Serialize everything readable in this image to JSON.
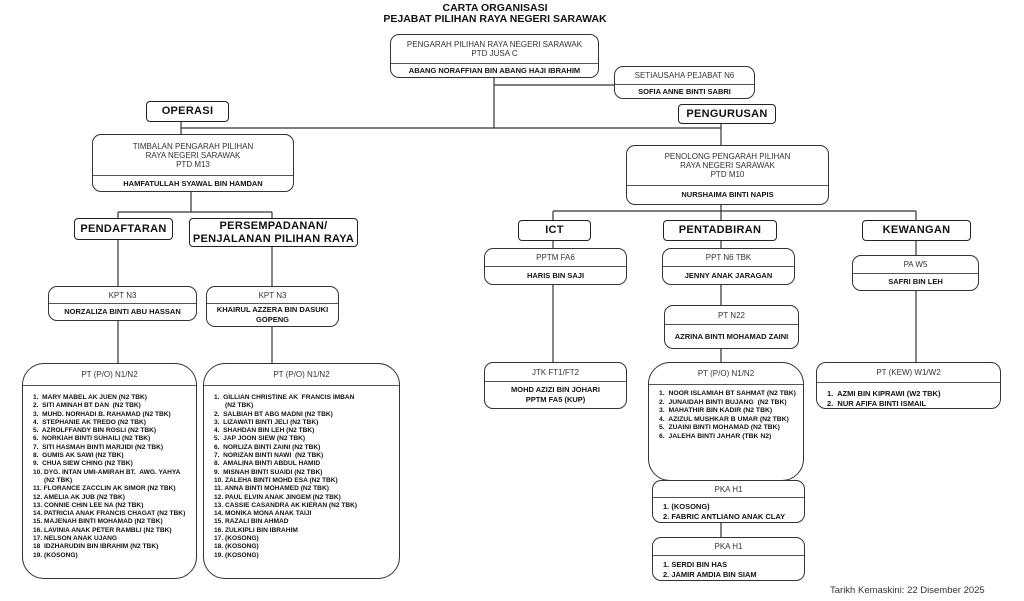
{
  "title": {
    "line1": "CARTA ORGANISASI",
    "line2": "PEJABAT PILIHAN RAYA NEGERI SARAWAK"
  },
  "director": {
    "position": "PENGARAH PILIHAN RAYA NEGERI SARAWAK",
    "grade": "PTD JUSA C",
    "name": "ABANG NORAFFIAN BIN ABANG HAJI IBRAHIM"
  },
  "secretary": {
    "position": "SETIAUSAHA PEJABAT N6",
    "name": "SOFIA ANNE BINTI SABRI"
  },
  "operasi": {
    "label": "OPERASI",
    "deputy": {
      "position": "TIMBALAN PENGARAH PILIHAN RAYA NEGERI SARAWAK",
      "grade": "PTD  M13",
      "name": "HAMFATULLAH SYAWAL BIN HAMDAN"
    },
    "pendaftaran": {
      "label": "PENDAFTARAN",
      "head": {
        "position": "KPT N3",
        "name": "NORZALIZA BINTI ABU HASSAN"
      },
      "staff": {
        "position": "PT (P/O) N1/N2",
        "items": [
          "1.  MARY MABEL AK JUEN (N2 TBK)",
          "2.  SITI AMINAH BT DAN  (N2 TBK)",
          "3.  MUHD. NORHADI B. RAHAMAD (N2 TBK)",
          "4.  STEPHANIE AK TREDO (N2 TBK)",
          "5.  AZROLFFANDY BIN ROSLI (N2 TBK)",
          "6.  NORKIAH BINTI SUHAILI (N2 TBK)",
          "7.  SITI HASMAH BINTI MARJIDI (N2 TBK)",
          "8.  GUMIS AK SAWI (N2 TBK)",
          "9.  CHUA SIEW CHING (N2 TBK)",
          "10. DYG. INTAN UMI-AMIRAH BT.  AWG. YAHYA\n      (N2 TBK)",
          "11. FLORANCE ZACCLIN AK SIMOR (N2 TBK)",
          "12. AMELIA AK JUB (N2 TBK)",
          "13. CONNIE CHIN LEE NA (N2 TBK)",
          "14. PATRICIA ANAK FRANCIS CHAGAT (N2 TBK)",
          "15. MAJENAH BINTI MOHAMAD (N2 TBK)",
          "16. LAVINIA ANAK PETER RAMBLI (N2 TBK)",
          "17. NELSON ANAK UJANG",
          "18  IDZHARUDIN BIN IBRAHIM (N2 TBK)",
          "19. (KOSONG)"
        ]
      }
    },
    "persempadanan": {
      "label_line1": "PERSEMPADANAN/",
      "label_line2": "PENJALANAN PILIHAN RAYA",
      "head": {
        "position": "KPT N3",
        "name_line1": "KHAIRUL AZZERA BIN DASUKI",
        "name_line2": "GOPENG"
      },
      "staff": {
        "position": "PT (P/O) N1/N2",
        "items": [
          "1.  GILLIAN CHRISTINE AK  FRANCIS IMBAN\n      (N2 TBK)",
          "2.  SALBIAH BT ABG MADNI (N2 TBK)",
          "3.  LIZAWATI BINTI JELI (N2 TBK)",
          "4.  SHAHDAN BIN LEH (N2 TBK)",
          "5.  JAP JOON SIEW (N2 TBK)",
          "6.  NORLIZA BINTI ZAINI (N2 TBK)",
          "7.  NORIZAN BINTI NAWI  (N2 TBK)",
          "8.  AMALINA BINTI ABDUL HAMID",
          "9.  MISNAH BINTI SUAIDI (N2 TBK)",
          "10. ZALEHA BINTI MOHD ESA (N2 TBK)",
          "11. ANNA BINTI MOHAMED (N2 TBK)",
          "12. PAUL ELVIN ANAK JINGEM (N2 TBK)",
          "13. CASSIE CASANDRA AK KIERAN (N2 TBK)",
          "14. MONIKA MONA ANAK TAIJI",
          "15. RAZALI BIN AHMAD",
          "16. ZULKIPLI BIN IBRAHIM",
          "17. (KOSONG)",
          "18. (KOSONG)",
          "19. (KOSONG)"
        ]
      }
    }
  },
  "pengurusan": {
    "label": "PENGURUSAN",
    "assistant": {
      "position": "PENOLONG PENGARAH PILIHAN RAYA NEGERI SARAWAK",
      "grade": "PTD  M10",
      "name": "NURSHAIMA BINTI NAPIS"
    },
    "ict": {
      "label": "ICT",
      "head": {
        "position": "PPTM FA6",
        "name": "HARIS BIN SAJI"
      },
      "staff": {
        "position": "JTK FT1/FT2",
        "name_line1": "MOHD AZIZI BIN JOHARI",
        "name_line2": "PPTM FA5 (KUP)"
      }
    },
    "pentadbiran": {
      "label": "PENTADBIRAN",
      "head": {
        "position": "PPT N6 TBK",
        "name": "JENNY ANAK JARAGAN"
      },
      "officer": {
        "position": "PT N22",
        "name": "AZRINA BINTI MOHAMAD ZAINI"
      },
      "staff": {
        "position": "PT (P/O) N1/N2",
        "items": [
          "1.  NOOR ISLAMIAH BT SAHMAT (N2 TBK)",
          "2.  JUNAIDAH BINTI BUJANG  (N2 TBK)",
          "3.  MAHATHIR BIN KADIR (N2 TBK)",
          "4.  AZIZUL MUSHKAR B UMAR (N2 TBK)",
          "5.  ZUAINI BINTI MOHAMAD (N2 TBK)",
          "6.  JALEHA BINTI JAHAR (TBK N2)"
        ]
      },
      "pka1": {
        "position": "PKA H1",
        "items": [
          "1.  (KOSONG)",
          "2.  FABRIC ANTLIANO ANAK CLAY"
        ]
      },
      "pka2": {
        "position": "PKA H1",
        "items": [
          "1.  SERDI BIN HAS",
          "2.  JAMIR AMDIA BIN SIAM"
        ]
      }
    },
    "kewangan": {
      "label": "KEWANGAN",
      "head": {
        "position": "PA W5",
        "name": "SAFRI BIN LEH"
      },
      "staff": {
        "position": "PT (KEW) W1/W2",
        "items": [
          "1.  AZMI BIN KIPRAWI (W2 TBK)",
          "2.  NUR AFIFA BINTI ISMAIL"
        ]
      }
    }
  },
  "updated": "Tarikh Kemaskini: 22 Disember 2025"
}
